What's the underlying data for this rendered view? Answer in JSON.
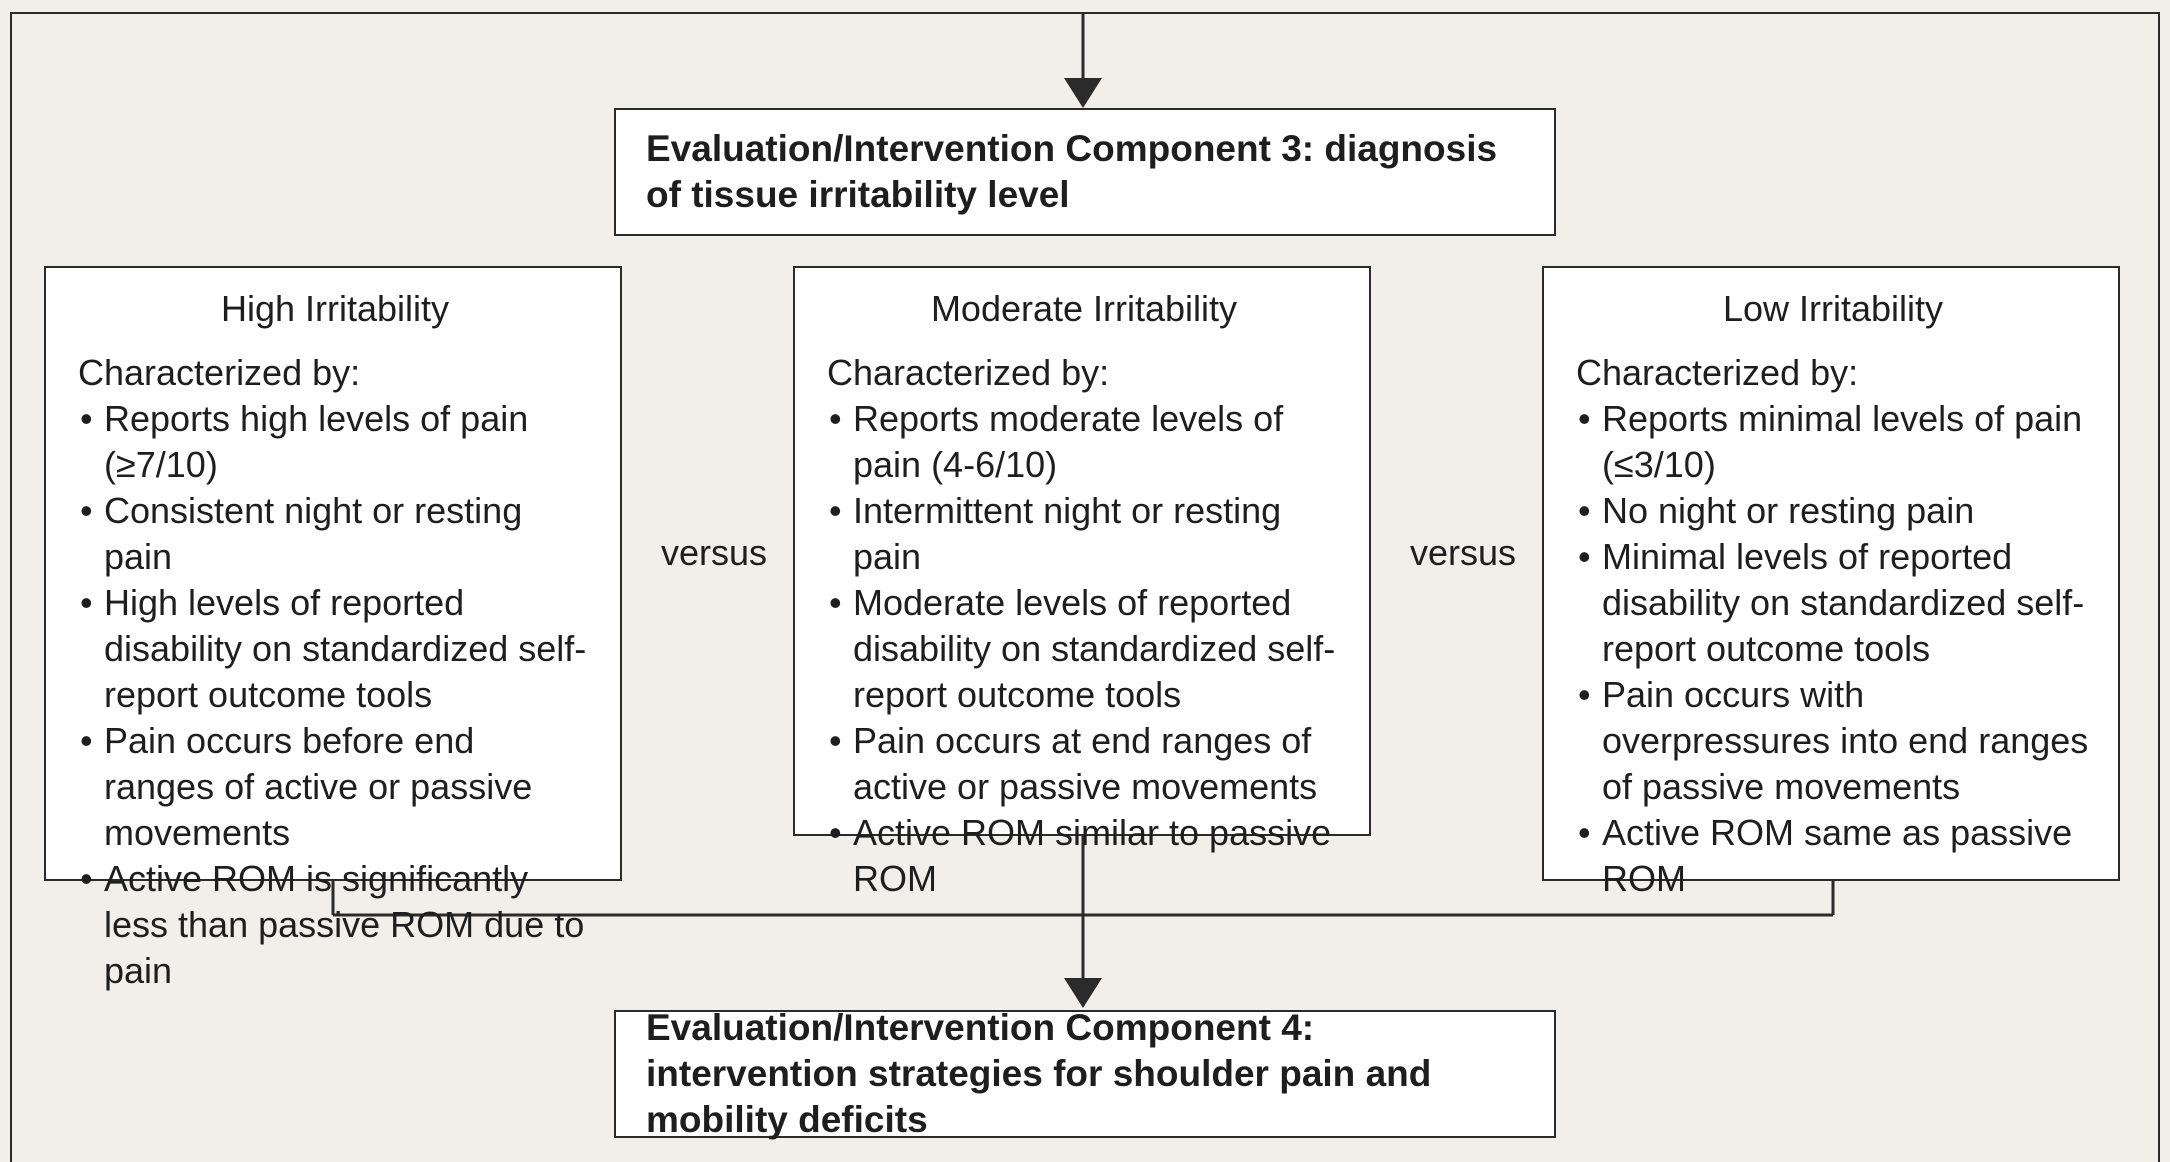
{
  "component3": "Evaluation/Intervention Component 3: diagnosis of tissue irritability level",
  "component4": "Evaluation/Intervention Component 4: intervention strategies for shoulder pain and mobility deficits",
  "versus_label": "versus",
  "categories": [
    {
      "title": "High Irritability",
      "intro": "Characterized by:",
      "items": [
        "Reports high levels of pain (≥7/10)",
        "Consistent night or resting pain",
        "High levels of reported disability on standardized self-report outcome tools",
        "Pain occurs before end ranges of active or passive movements",
        "Active ROM is significantly less than passive ROM due to pain"
      ]
    },
    {
      "title": "Moderate Irritability",
      "intro": "Characterized by:",
      "items": [
        "Reports moderate levels of pain (4-6/10)",
        "Intermittent night or resting pain",
        "Moderate levels of reported disability on standardized self-report outcome tools",
        "Pain occurs at end ranges of active or passive movements",
        "Active ROM similar to passive ROM"
      ]
    },
    {
      "title": "Low Irritability",
      "intro": "Characterized by:",
      "items": [
        "Reports minimal levels of pain (≤3/10)",
        "No night or resting pain",
        "Minimal levels of reported disability on standardized self-report outcome tools",
        "Pain occurs with overpressures into end ranges of passive movements",
        "Active ROM same as passive ROM"
      ]
    }
  ]
}
